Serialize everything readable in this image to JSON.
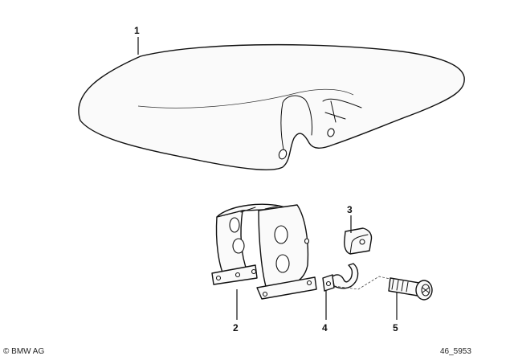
{
  "callouts": [
    {
      "id": "1",
      "part": "front-fender"
    },
    {
      "id": "2",
      "part": "bracket"
    },
    {
      "id": "3",
      "part": "clip"
    },
    {
      "id": "4",
      "part": "cable-clamp"
    },
    {
      "id": "5",
      "part": "bolt"
    }
  ],
  "footer": {
    "copyright": "© BMW AG",
    "reference": "46_5953"
  }
}
